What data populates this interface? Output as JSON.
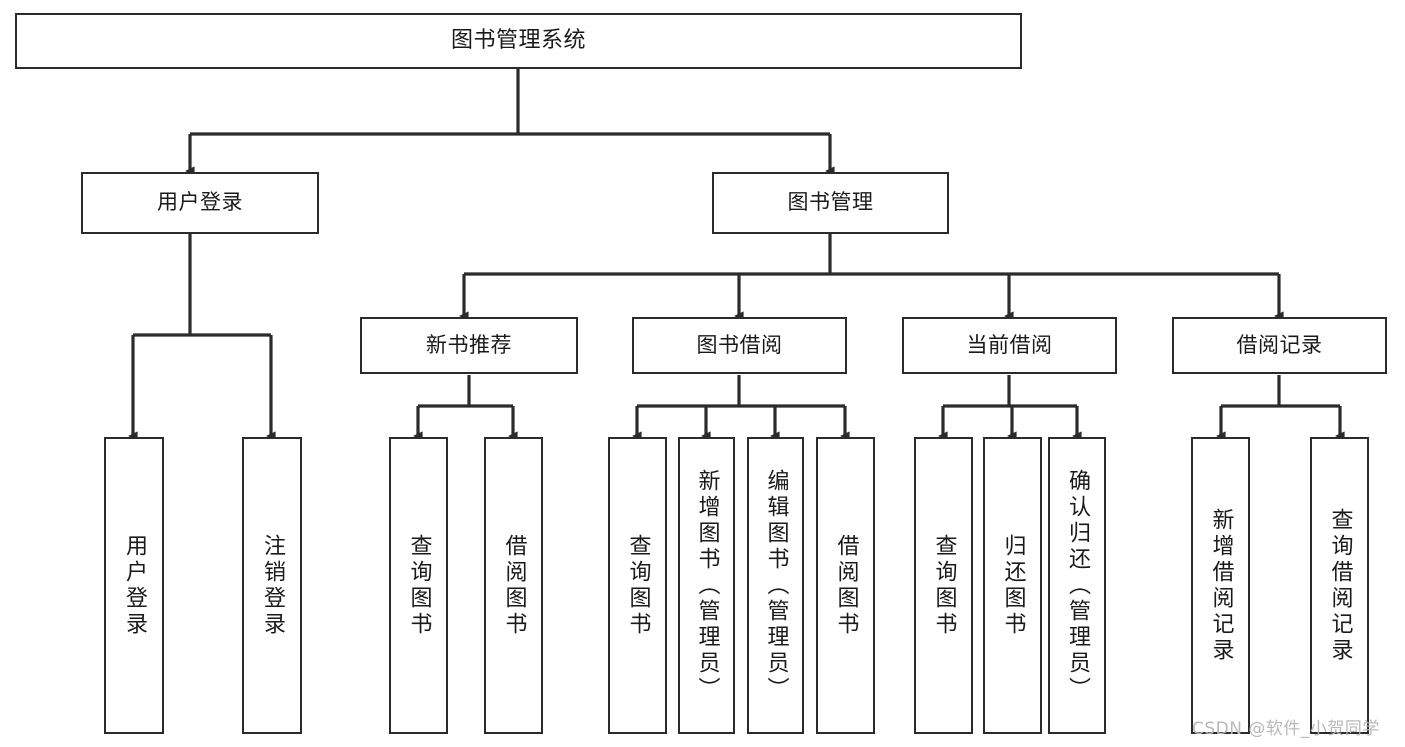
{
  "diagram": {
    "type": "tree-hierarchy",
    "title": "图书管理系统",
    "background_color": "#ffffff",
    "line_color": "#2b2b2b",
    "box_border_color": "#2b2b2b",
    "box_fill_color": "#ffffff",
    "text_color": "#1a1a1a",
    "levels": {
      "root": {
        "label": "图书管理系统"
      },
      "level1": [
        {
          "id": "user-login",
          "label": "用户登录"
        },
        {
          "id": "book-management",
          "label": "图书管理"
        }
      ],
      "level2": [
        {
          "id": "new-book-recommend",
          "label": "新书推荐",
          "parent": "book-management"
        },
        {
          "id": "book-borrow",
          "label": "图书借阅",
          "parent": "book-management"
        },
        {
          "id": "current-borrow",
          "label": "当前借阅",
          "parent": "book-management"
        },
        {
          "id": "borrow-record",
          "label": "借阅记录",
          "parent": "book-management"
        }
      ],
      "leaves": [
        {
          "id": "leaf-user-login",
          "label": "用户登录",
          "parent": "user-login"
        },
        {
          "id": "leaf-logout-login",
          "label": "注销登录",
          "parent": "user-login"
        },
        {
          "id": "leaf-query-book-1",
          "label": "查询图书",
          "parent": "new-book-recommend"
        },
        {
          "id": "leaf-borrow-book-1",
          "label": "借阅图书",
          "parent": "new-book-recommend"
        },
        {
          "id": "leaf-query-book-2",
          "label": "查询图书",
          "parent": "book-borrow"
        },
        {
          "id": "leaf-add-book",
          "label": "新增图书（管理员）",
          "parent": "book-borrow"
        },
        {
          "id": "leaf-edit-book",
          "label": "编辑图书（管理员）",
          "parent": "book-borrow"
        },
        {
          "id": "leaf-borrow-book-2",
          "label": "借阅图书",
          "parent": "book-borrow"
        },
        {
          "id": "leaf-query-book-3",
          "label": "查询图书",
          "parent": "current-borrow"
        },
        {
          "id": "leaf-return-book",
          "label": "归还图书",
          "parent": "current-borrow"
        },
        {
          "id": "leaf-confirm-return",
          "label": "确认归还（管理员）",
          "parent": "current-borrow"
        },
        {
          "id": "leaf-add-record",
          "label": "新增借阅记录",
          "parent": "borrow-record"
        },
        {
          "id": "leaf-query-record",
          "label": "查询借阅记录",
          "parent": "borrow-record"
        }
      ]
    }
  },
  "watermark": {
    "text": "CSDN @软件_小贺同学"
  }
}
